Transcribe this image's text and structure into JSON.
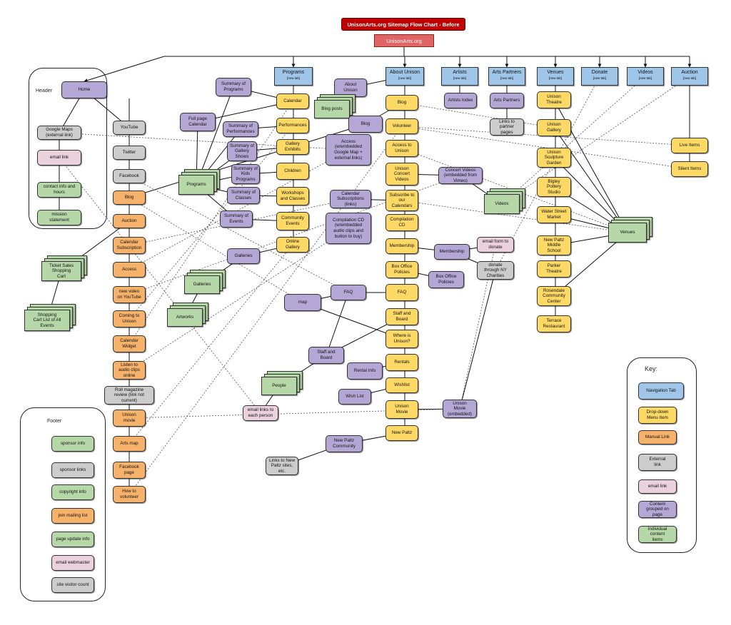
{
  "title": "UnisonArts.org Sitemap Flow Chart - Before",
  "root": "UnisonArts.org",
  "panels": {
    "header": "Header",
    "footer": "Footer",
    "key": "Key:"
  },
  "colors": {
    "navigation_tab": "#9fc5e8",
    "dropdown_item": "#ffd966",
    "manual_link": "#f6b26b",
    "external_link": "#cccccc",
    "email_link": "#ead1dc",
    "grouped_content": "#b4a7d6",
    "individual_content": "#b6d7a8",
    "title": "#c00000",
    "root": "#e06666"
  },
  "nav_sub": "[new tab]",
  "nodes": {
    "home": "Home",
    "google_maps": "Google Maps\n(external link)",
    "email_link": "email link",
    "contact_info": "contact info and\nhours",
    "mission": "mission\nstatement",
    "youtube": "YouTube",
    "twitter": "Twitter",
    "facebook": "Facebook",
    "h_blog": "Blog",
    "h_auction": "Auction",
    "calendar_subscription": "Calendar\nSubscription",
    "h_access": "Access",
    "new_video": "new video\non YouTube",
    "coming_to_unison": "Coming to\nUnison",
    "calendar_widget": "Calendar\nWidget",
    "listen_audio": "Listen to\naudio clips\nonline",
    "roll_magazine": "Roll magazine\nreview (link not\ncurrent)",
    "unison_movie_h": "Unison\nmovie",
    "arts_map": "Arts map",
    "facebook_page": "Facebook\npage",
    "how_to_volunteer": "How to\nvolunteer",
    "ticket_sales": "Ticket Sales\nShopping\nCart",
    "shopping_cart_list": "Shopping\nCart List of All\nEvents",
    "f_sponsor_info": "sponsor info",
    "f_sponsor_links": "sponsor links",
    "f_copyright": "copyright info",
    "f_join_mailing": "join mailing list",
    "f_page_update": "page update info",
    "f_email_webmaster": "email webmaster",
    "f_site_visitor": "site visitor count",
    "programs_tab": "Programs",
    "summary_programs": "Summary of\nPrograms",
    "calendar": "Calendar",
    "full_page_calendar": "Full page\nCalendar",
    "performances": "Performances",
    "summary_performances": "Summary of\nPerformances",
    "gallery_exhibits": "Gallery\nExhibits",
    "summary_gallery_shows": "Summary of\nGallery\nShows",
    "children": "Children",
    "summary_kids": "Summary of\nKids\nPrograms",
    "programs_stack": "Programs",
    "workshops": "Workshops\nand Classes",
    "summary_classes": "Summary of\nClasses",
    "community_events": "Community\nEvents",
    "summary_events": "Summary of\nEvents",
    "online_gallery": "Online\nGallery",
    "galleries_purple": "Galleries",
    "galleries_stack": "Galleries",
    "artworks": "Artworks",
    "about_tab": "About Unison",
    "about_unison": "About\nUnison",
    "blog_posts": "Blog posts",
    "a_blog": "Blog",
    "blog_purple": "Blog",
    "volunteer": "Volunteer",
    "access_embedded": "Access\n(w/embedded\nGoogle Map +\nexternal links)",
    "access_to_unison": "Access to\nUnison",
    "concert_videos_y": "Unison\nConcert\nVideos",
    "concert_videos_p": "Concert Videos\n(embedded from\nVimeo)",
    "videos_stack": "Videos",
    "calendar_subscriptions": "Calendar\nSubscriptions\n(links)",
    "subscribe_calendars": "Subscribe to\nour\nCalendars",
    "compilation_cd_p": "Compilation CD\n(w/embedded\naudio clips and\nbutton to buy)",
    "compilation_cd_y": "Compilation\nCD",
    "membership_y": "Membership",
    "membership_p": "Membership",
    "email_form_donate": "email form to\ndonate",
    "donate_ny": "donate\nthrough NY\nCharities",
    "box_office_y": "Box Office\nPolicies",
    "box_office_p": "Box Office\nPolicies",
    "faq_p": "FAQ",
    "faq_y": "FAQ",
    "map": "map",
    "staff_board_y": "Staff and\nBoard",
    "staff_board_p": "Staff and\nBoard",
    "where_is_unison": "Where is\nUnison?",
    "rentals": "Rentals",
    "rental_info": "Rental Info",
    "people": "People",
    "email_each_person": "email links to\neach person",
    "wishlist": "Wishlist",
    "wish_list": "Wish List",
    "unison_movie_y": "Unison\nMovie",
    "unison_movie_p": "Unison\nMovie\n(embedded)",
    "new_paltz_y": "New Paltz",
    "new_paltz_community": "New Paltz\nCommunity",
    "links_new_paltz": "Links to New\nPaltz sites,\netc.",
    "artists_tab": "Artists",
    "artists_index": "Artists Index",
    "arts_partners_tab": "Arts Partners",
    "arts_partners": "Arts Partners",
    "links_partner_pages": "Links to\npartner\npages",
    "venues_tab": "Venues",
    "unison_theatre": "Unison\nTheatre",
    "unison_gallery": "Unison\nGallery",
    "sculpture_garden": "Unison\nSculpture\nGarden",
    "bigley_pottery": "Bigley\nPottery\nStudio",
    "water_street": "Water Street\nMarket",
    "new_paltz_middle": "New Paltz\nMiddle\nSchool",
    "parker_theatre": "Parker\nTheatre",
    "rosendale": "Rosendale\nCommunity\nCenter",
    "terrace_restaurant": "Terrace\nRestaurant",
    "venues_stack": "Venues",
    "donate_tab": "Donate",
    "videos_tab": "Videos",
    "auction_tab": "Auction",
    "live_items": "Live Items",
    "silent_items": "Silent Items",
    "key_nav": "Navigation Tab",
    "key_dropdown": "Drop-down\nMenu Item",
    "key_manual": "Manual Link",
    "key_external": "External\nlink",
    "key_email": "email link",
    "key_grouped": "Content\ngrouped on\npage",
    "key_individual": "Individual\ncontent\nitems"
  }
}
